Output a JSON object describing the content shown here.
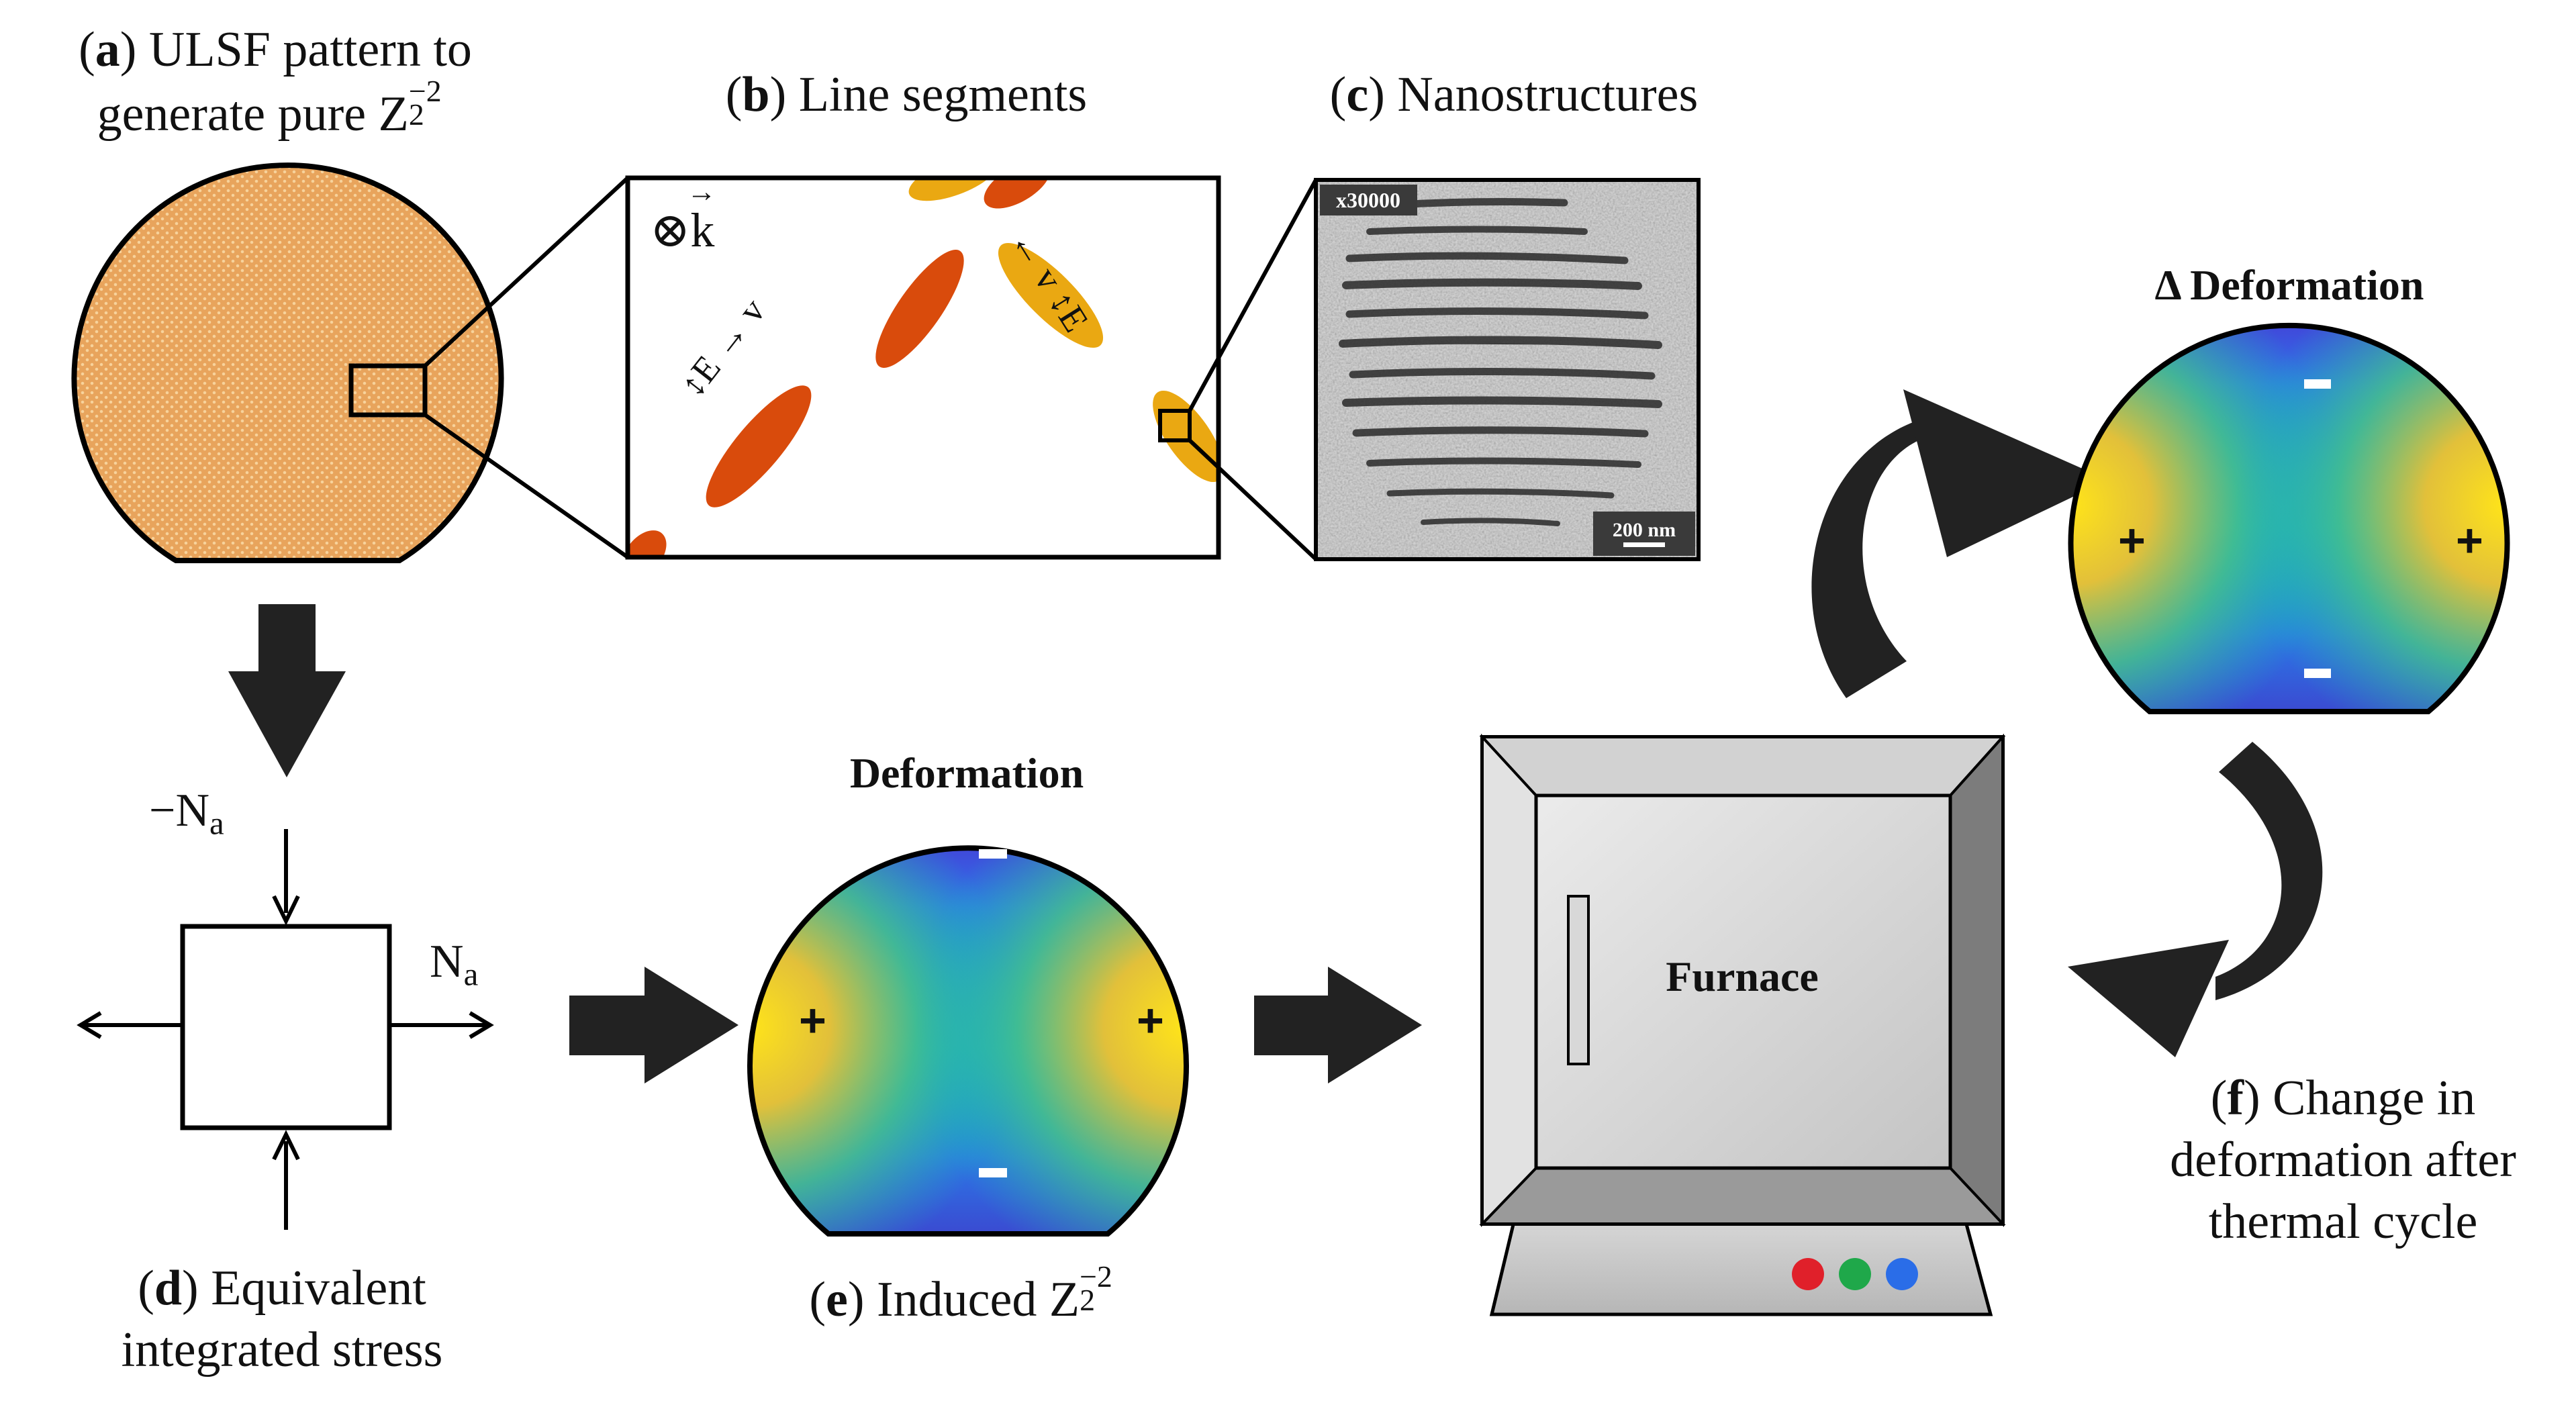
{
  "panel_a": {
    "letter": "a",
    "line1": "ULSF pattern to",
    "line2": "generate pure Z",
    "sub": "2",
    "sup": "−2"
  },
  "panel_b": {
    "letter": "b",
    "text": "Line segments",
    "k_label": "⊗k",
    "k_vec": "→",
    "E_label": "E",
    "v_label": "v",
    "vec": "→"
  },
  "panel_c": {
    "letter": "c",
    "text": "Nanostructures",
    "magnification": "x30000",
    "scalebar": "200 nm"
  },
  "panel_d": {
    "letter": "d",
    "line1": "Equivalent",
    "line2": "integrated stress",
    "neg_label": "−N",
    "pos_label": "N",
    "sub": "a"
  },
  "panel_e": {
    "letter": "e",
    "text": "Induced Z",
    "sub": "2",
    "sup": "−2",
    "title": "Deformation",
    "plus": "+",
    "minus": "-"
  },
  "furnace": {
    "label": "Furnace",
    "buttons": [
      "#e0202a",
      "#1fa84a",
      "#2a6de8"
    ]
  },
  "panel_delta": {
    "title": "Δ Deformation",
    "plus": "+",
    "minus": "-"
  },
  "panel_f": {
    "letter": "f",
    "line1_rest": "Change in",
    "line2": "deformation after",
    "line3": "thermal cycle"
  },
  "colors": {
    "wafer_fill": "#e8a45c",
    "segment_red": "#d94b0c",
    "segment_amber": "#eaa812",
    "arrow": "#222222"
  }
}
